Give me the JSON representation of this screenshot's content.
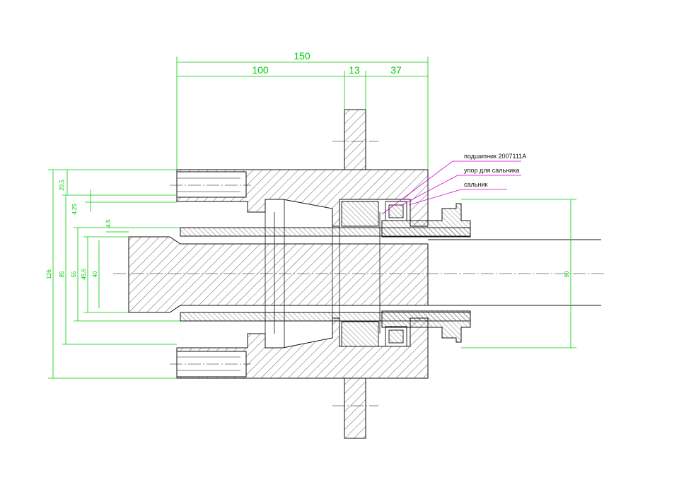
{
  "colors": {
    "background": "#ffffff",
    "outline": "#111111",
    "dimension": "#00cc00",
    "leader": "#d400d4",
    "hatch": "#222222"
  },
  "dimensions": {
    "overall_length": "150",
    "segment_1": "100",
    "segment_2": "13",
    "segment_3": "37",
    "d_126": "126",
    "d_85": "85",
    "d_55": "55",
    "d_45_6": "45,6",
    "d_40": "40",
    "d_20_5": "20,5",
    "d_4_25": "4,25",
    "d_4_5": "4,5",
    "d_90": "90"
  },
  "callouts": {
    "bearing": "подшипник 2007111А",
    "seal_stop": "упор для сальника",
    "seal": "сальник"
  }
}
